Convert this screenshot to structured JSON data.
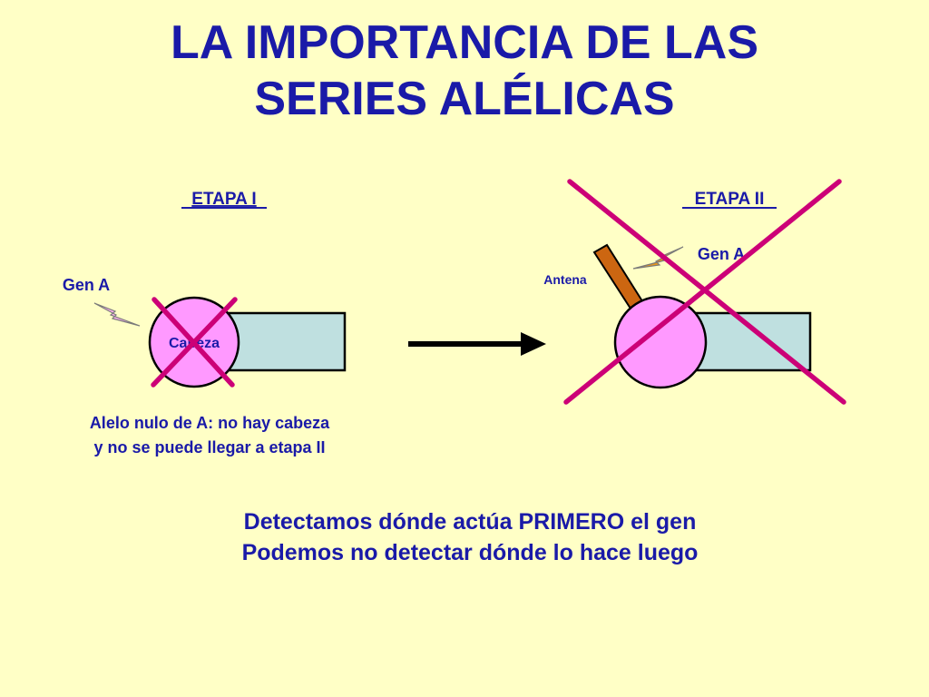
{
  "slide": {
    "title_line1": "LA IMPORTANCIA DE LAS",
    "title_line2": "SERIES ALÉLICAS"
  },
  "stage1": {
    "heading": "ETAPA I",
    "gene_label": "Gen A",
    "head_label": "Cabeza",
    "caption_line1": "Alelo nulo de A: no hay cabeza",
    "caption_line2": "y no se puede llegar a etapa II"
  },
  "stage2": {
    "heading": "ETAPA II",
    "gene_label": "Gen A",
    "antenna_label": "Antena"
  },
  "conclusion": {
    "line1": "Detectamos dónde actúa PRIMERO el gen",
    "line2": "Podemos no detectar dónde lo hace luego"
  },
  "colors": {
    "text_blue": "#1A1AA8",
    "background": "#FFFFC6",
    "head_fill": "#FF99FF",
    "body_fill": "#BFE0E0",
    "cross": "#CC0077",
    "antenna": "#CC6611",
    "bolt_pink": "#FFB3F0",
    "bolt_orange": "#E8961A"
  },
  "icons": {
    "gene_signal": "lightning-bolt-icon",
    "progression": "arrow-right-icon",
    "blocked": "cross-mark-icon"
  }
}
